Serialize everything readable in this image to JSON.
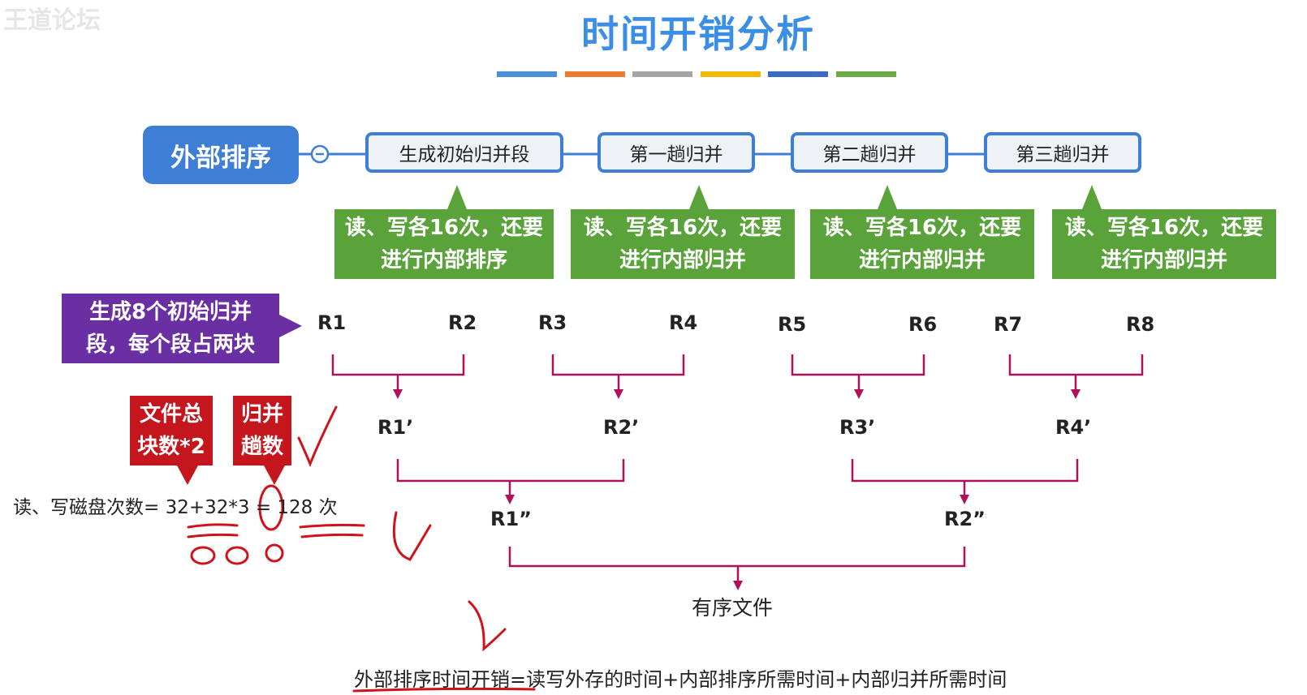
{
  "logo_text": "王道论坛",
  "title": "时间开销分析",
  "color_bars": [
    "#4a90d9",
    "#ee7b30",
    "#a5a5a5",
    "#f5b800",
    "#3a6cc6",
    "#6aab45"
  ],
  "root_label": "外部排序",
  "stages": [
    "生成初始归并段",
    "第一趟归并",
    "第二趟归并",
    "第三趟归并"
  ],
  "notes": [
    {
      "line1": "读、写各16次，还要",
      "line2": "进行内部排序"
    },
    {
      "line1": "读、写各16次，还要",
      "line2": "进行内部归并"
    },
    {
      "line1": "读、写各16次，还要",
      "line2": "进行内部归并"
    },
    {
      "line1": "读、写各16次，还要",
      "line2": "进行内部归并"
    }
  ],
  "purple_note": {
    "line1": "生成8个初始归并",
    "line2": "段，每个段占两块"
  },
  "red_notes": [
    {
      "line1": "文件总",
      "line2": "块数*2"
    },
    {
      "line1": "归并",
      "line2": "趟数"
    }
  ],
  "runs_level1": [
    "R1",
    "R2",
    "R3",
    "R4",
    "R5",
    "R6",
    "R7",
    "R8"
  ],
  "runs_level2": [
    "R1’",
    "R2’",
    "R3’",
    "R4’"
  ],
  "runs_level3": [
    "R1”",
    "R2”"
  ],
  "final_label": "有序文件",
  "formula_left": "读、写磁盘次数= 32+32*3 = 128 次",
  "formula_bottom": "外部排序时间开销=读写外存的时间+内部排序所需时间+内部归并所需时间"
}
